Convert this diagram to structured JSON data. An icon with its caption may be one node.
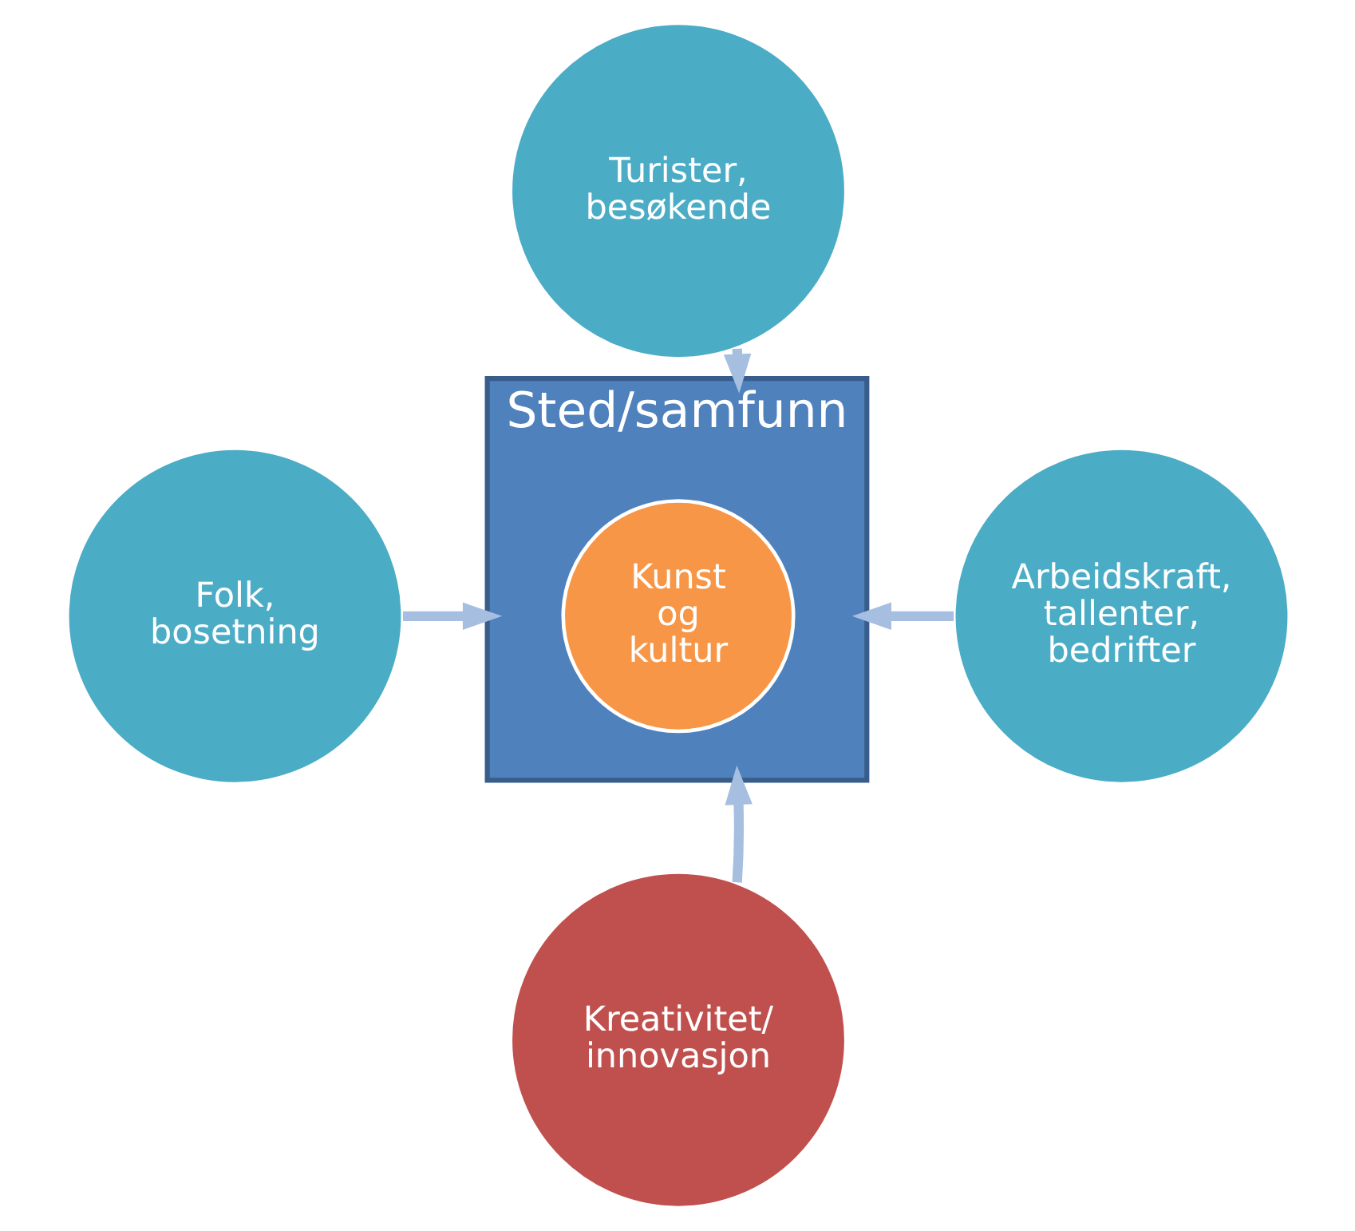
{
  "diagram": {
    "nodes": [
      {
        "text": [
          "Sted/samfunn"
        ]
      },
      {
        "text": [
          "Kunst og kultur"
        ],
        "in": 0
      },
      {
        "text": [
          "Turister, besøkende"
        ]
      },
      {
        "text": [
          "Folk, bosetning"
        ]
      },
      {
        "text": [
          "Arbeidskraft, tallenter, bedrifter"
        ]
      },
      {
        "text": [
          "Kreativitet/ innovasjon"
        ]
      }
    ],
    "edges": [
      {
        "from": 2,
        "to": 0,
        "arrow": "to"
      },
      {
        "from": 3,
        "to": 0,
        "arrow": "to"
      },
      {
        "from": 4,
        "to": 0,
        "arrow": "to"
      },
      {
        "from": 5,
        "to": 0,
        "arrow": "to"
      }
    ]
  }
}
